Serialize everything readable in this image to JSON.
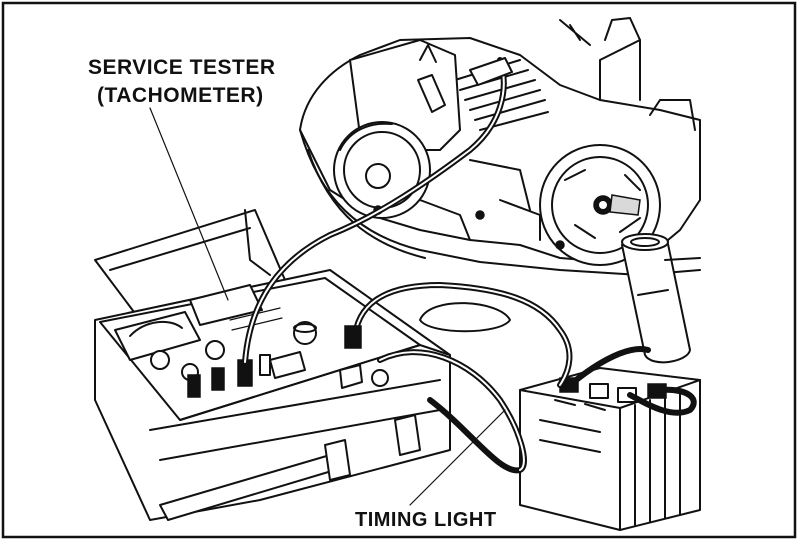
{
  "labels": {
    "service_tester": "SERVICE TESTER",
    "tachometer": "(TACHOMETER)",
    "timing_light": "TIMING LIGHT"
  },
  "colors": {
    "ink": "#111111",
    "paper": "#ffffff"
  }
}
